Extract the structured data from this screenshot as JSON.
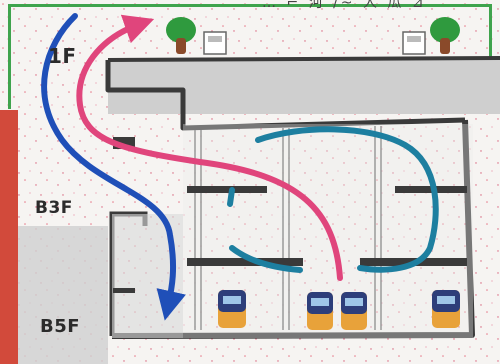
{
  "title_fragment": "… ⌐ 河 /~ 人 瓜 ⊿",
  "floors": {
    "top": "1F",
    "middle": "B3F",
    "bottom": "B5F"
  },
  "colors": {
    "paper": "#f6f4f2",
    "wall_gray": "#cfcfcf",
    "wall_dark": "#3a3a3a",
    "red_band": "#d24a3b",
    "green_border": "#3fa34d",
    "arrow_blue": "#1f4fb8",
    "arrow_pink": "#e0457c",
    "arrow_teal": "#1d7fa0",
    "tree_green": "#2f9a3e",
    "tree_trunk": "#8a4a2a",
    "train_navy": "#2d3e7a",
    "train_orange": "#e8a23a"
  },
  "icons": [
    "tree-icon",
    "station-entrance-icon",
    "train-icon"
  ]
}
